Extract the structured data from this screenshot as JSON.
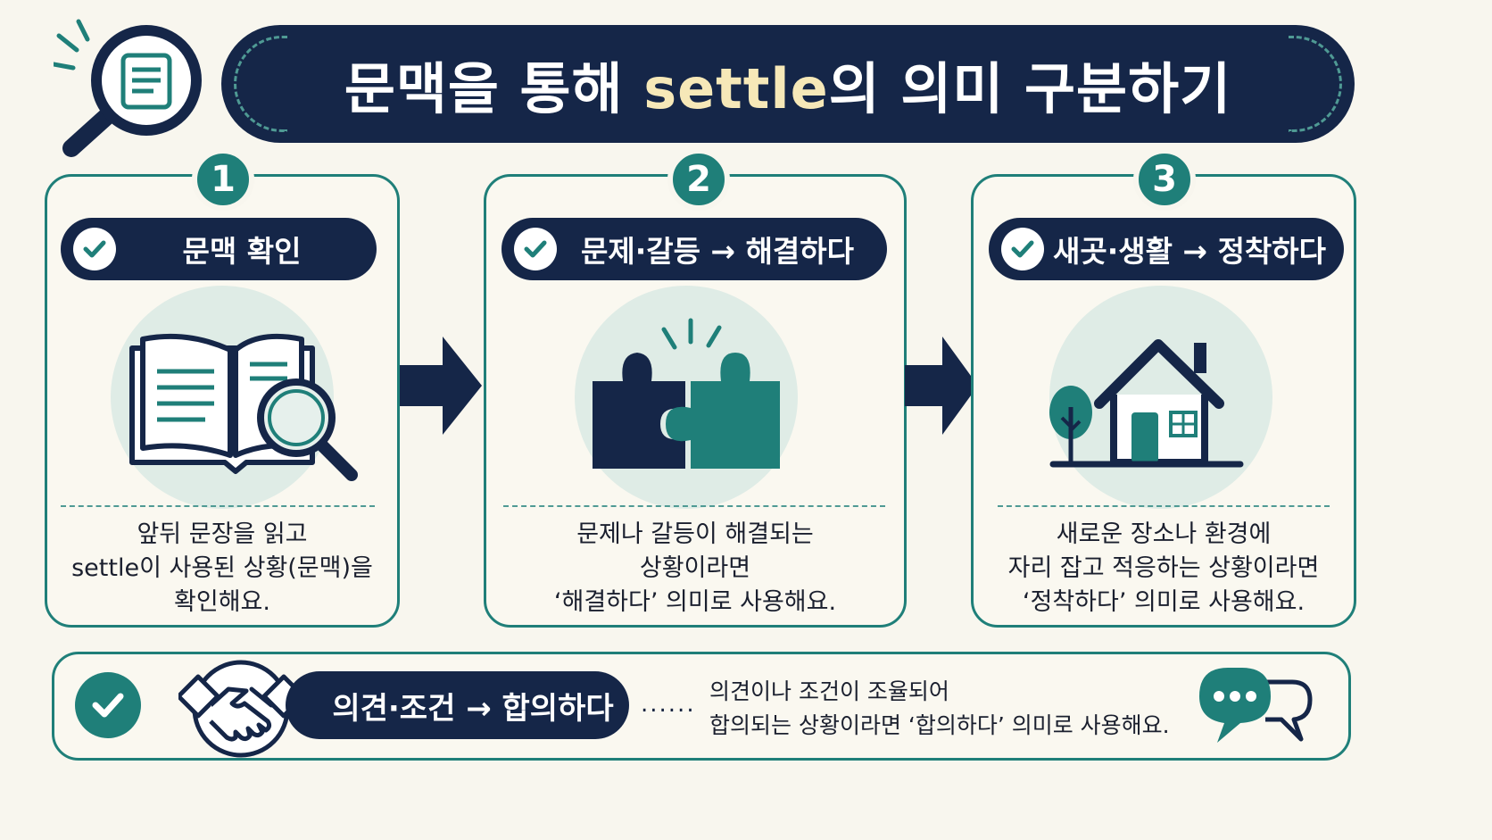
{
  "header": {
    "title_before": "문맥을 통해 ",
    "title_highlight": "settle",
    "title_after": "의 의미 구분하기"
  },
  "steps": [
    {
      "number": "1",
      "label": "문맥 확인",
      "desc": [
        "앞뒤 문장을 읽고",
        "settle이 사용된 상황(문맥)을",
        "확인해요."
      ]
    },
    {
      "number": "2",
      "label": "문제·갈등 → 해결하다",
      "desc": [
        "문제나 갈등이 해결되는",
        "상황이라면",
        "‘해결하다’ 의미로 사용해요."
      ]
    },
    {
      "number": "3",
      "label": "새곳·생활 → 정착하다",
      "desc": [
        "새로운 장소나 환경에",
        "자리 잡고 적응하는 상황이라면",
        "‘정착하다’ 의미로 사용해요."
      ]
    }
  ],
  "bottom": {
    "label": "의견·조건 → 합의하다",
    "dots": "......",
    "desc": [
      "의견이나 조건이 조율되어",
      "합의되는 상황이라면 ‘합의하다’ 의미로 사용해요."
    ]
  },
  "icons": {
    "header": "magnifier-document-icon",
    "step1": "book-magnifier-icon",
    "step2": "puzzle-pieces-icon",
    "step3": "house-tree-icon",
    "bottom_left": "check-icon",
    "bottom_handshake": "handshake-icon",
    "bottom_right": "speech-bubbles-icon"
  },
  "colors": {
    "navy": "#152648",
    "teal": "#1f7f79",
    "background": "#f8f6ee",
    "highlight": "#f6e8b8",
    "soft_teal": "#dfece6"
  }
}
